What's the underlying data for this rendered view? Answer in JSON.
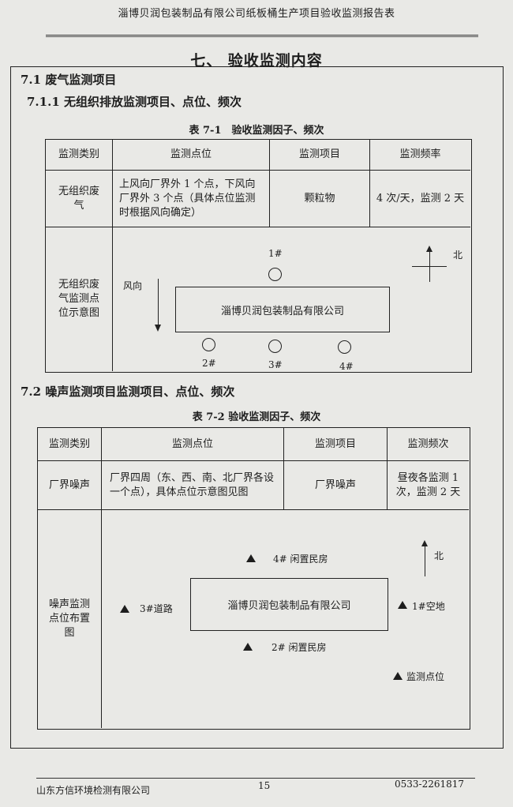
{
  "header": {
    "title": "淄博贝润包装制品有限公司纸板桶生产项目验收监测报告表"
  },
  "chapter_title": "七、 验收监测内容",
  "sec71": "7.1 废气监测项目",
  "sec711": "7.1.1 无组织排放监测项目、点位、频次",
  "table1": {
    "caption": "表 7-1　验收监测因子、频次",
    "headers": [
      "监测类别",
      "监测点位",
      "监测项目",
      "监测频率"
    ],
    "row": {
      "category": "无组织废气",
      "points": "上风向厂界外 1 个点，下风向厂界外 3 个点（具体点位监测时根据风向确定）",
      "item": "颗粒物",
      "freq": "4 次/天，监测 2 天"
    },
    "diagram_label": "无组织废气监测点位示意图",
    "diagram": {
      "wind": "风向",
      "north": "北",
      "company": "淄博贝润包装制品有限公司",
      "p1": "1#",
      "p2": "2#",
      "p3": "3#",
      "p4": "4#"
    }
  },
  "sec72": "7.2 噪声监测项目监测项目、点位、频次",
  "table2": {
    "caption": "表 7-2 验收监测因子、频次",
    "headers": [
      "监测类别",
      "监测点位",
      "监测项目",
      "监测频次"
    ],
    "row": {
      "category": "厂界噪声",
      "points": "厂界四周（东、西、南、北厂界各设一个点），具体点位示意图见图",
      "item": "厂界噪声",
      "freq": "昼夜各监测 1 次，监测 2 天"
    },
    "diagram_label": "噪声监测点位布置图",
    "diagram": {
      "north": "北",
      "company": "淄博贝润包装制品有限公司",
      "p4": "4#  闲置民房",
      "p3": "3#道路",
      "p1": "1#空地",
      "p2": "2#  闲置民房",
      "legend": "监测点位"
    }
  },
  "footer": {
    "company": "山东方信环境检测有限公司",
    "page": "15",
    "phone": "0533-2261817"
  }
}
